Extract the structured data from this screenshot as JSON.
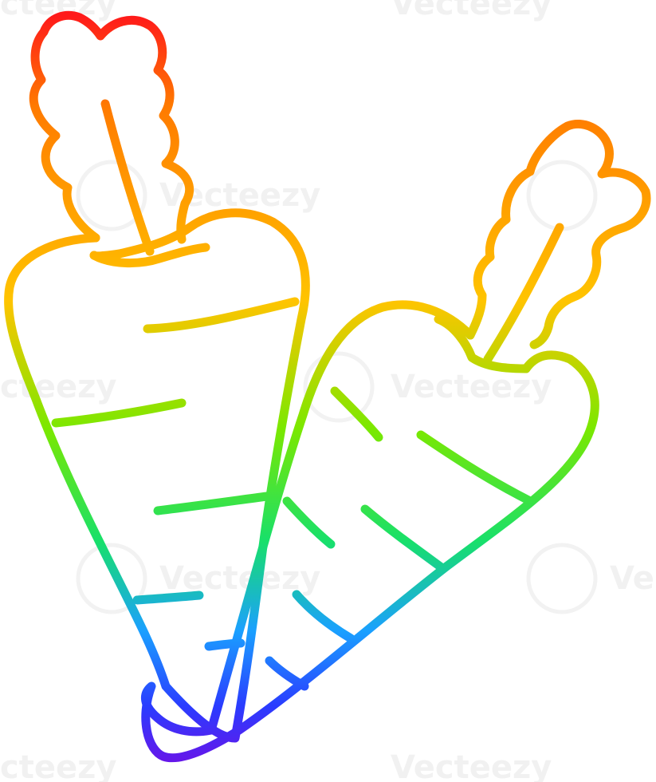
{
  "image": {
    "subject": "carrots",
    "style": "rainbow-gradient line art",
    "gradient_stops": [
      "#ff1a1a",
      "#ff7a00",
      "#ffc400",
      "#7be800",
      "#18e06a",
      "#1aa0ff",
      "#2a3cff",
      "#6a14e8"
    ]
  },
  "watermark": {
    "text": "Vecteezy",
    "partial_text_left": "cteezy",
    "partial_text_top": "cteezy",
    "partial_text_right": "Ve"
  }
}
